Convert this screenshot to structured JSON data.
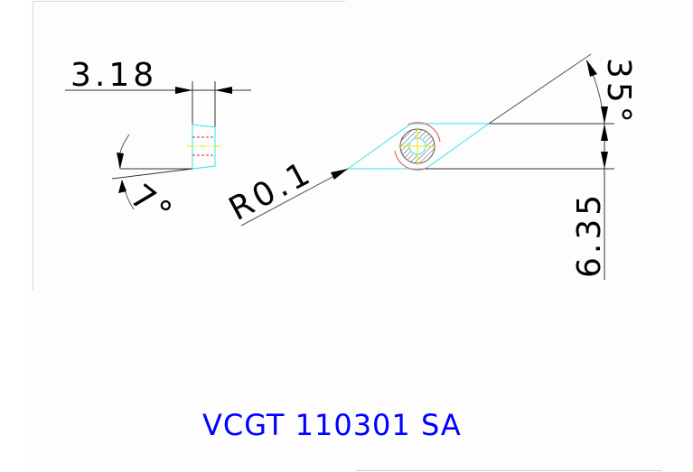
{
  "drawing": {
    "part_code": "VCGT 110301 SA",
    "dimensions": {
      "thickness": "3.18",
      "clearance_angle": "7°",
      "corner_radius": "R0.1",
      "included_angle": "35°",
      "inscribed_width": "6.35"
    },
    "colors": {
      "outline": "#000000",
      "insert_edge": "#33e6f0",
      "hidden_line": "#e03030",
      "center_line": "#e8e800",
      "arc": "#e05050",
      "title": "#0000ff",
      "hatch": "#555555"
    }
  }
}
